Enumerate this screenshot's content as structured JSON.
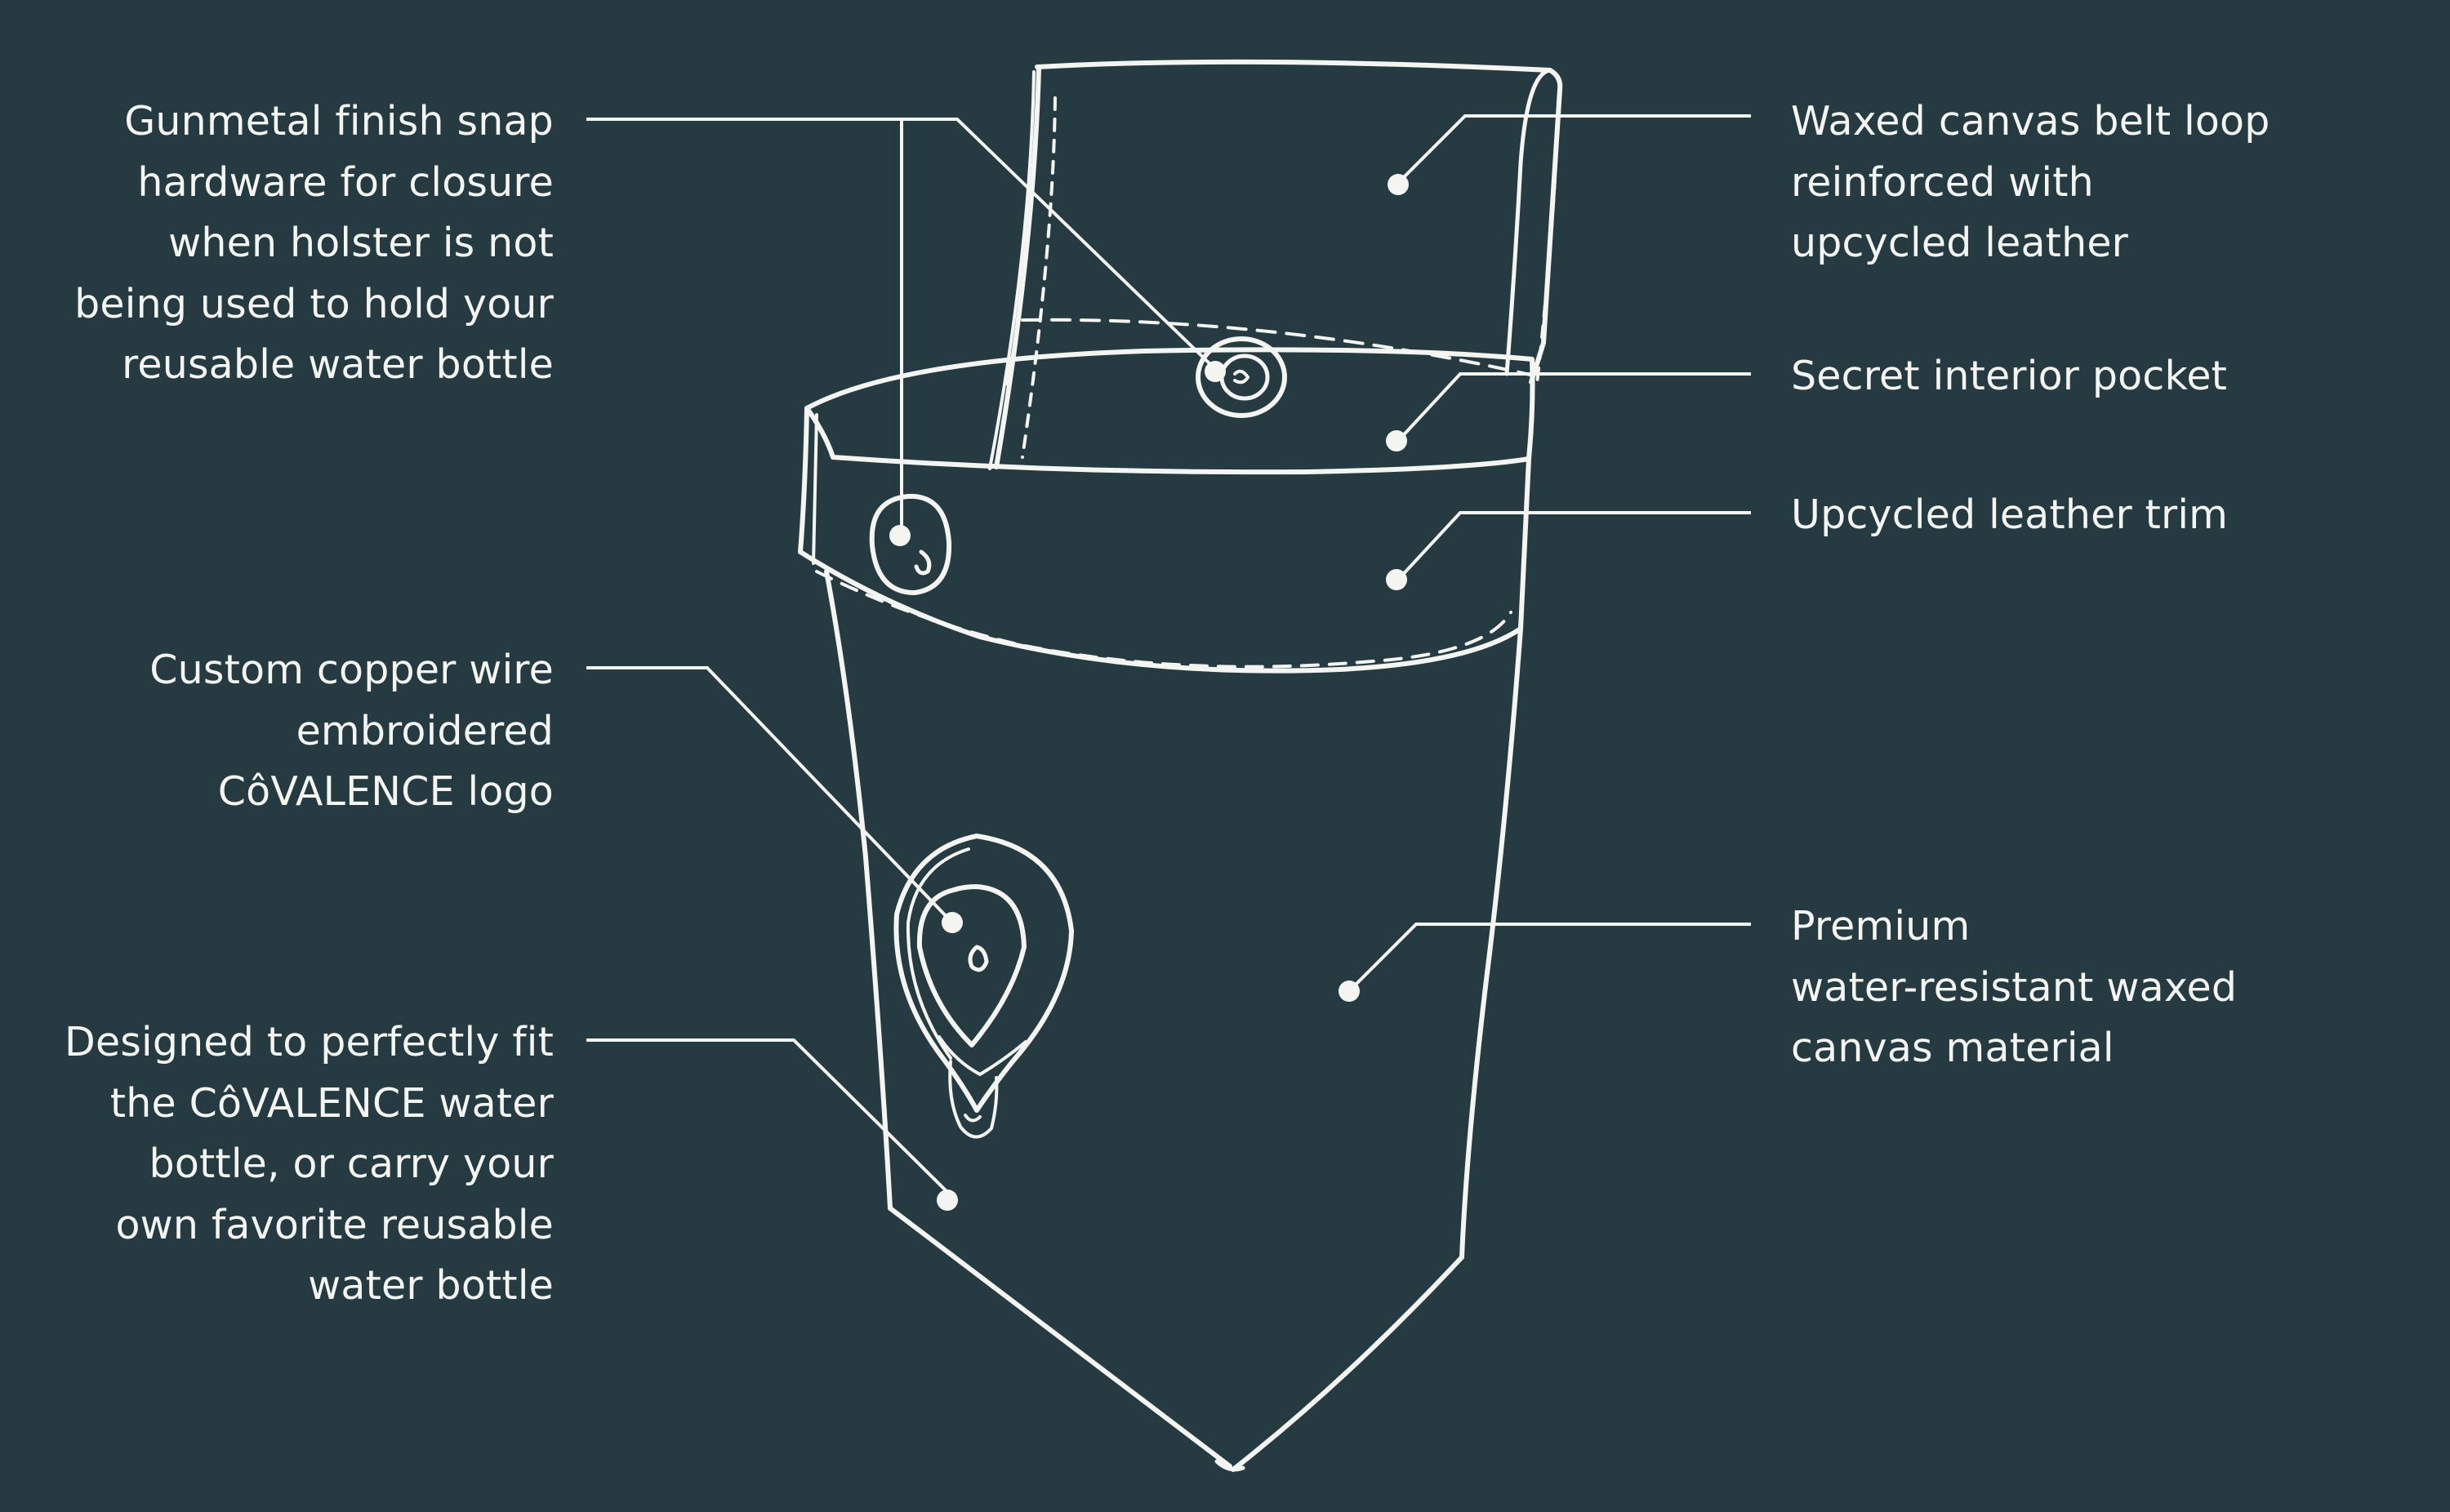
{
  "colors": {
    "background": "#253b41",
    "ink": "#f4f4f1"
  },
  "callouts": {
    "snap_hardware": {
      "lines": [
        "Gunmetal finish snap",
        "hardware for closure",
        "when holster is not",
        "being used to hold your",
        "reusable water bottle"
      ]
    },
    "copper_logo": {
      "lines": [
        "Custom copper wire",
        "embroidered",
        "CôVALENCE logo"
      ]
    },
    "fit": {
      "lines": [
        "Designed to perfectly fit",
        "the CôVALENCE water",
        "bottle, or carry your",
        "own favorite reusable",
        "water bottle"
      ]
    },
    "belt_loop": {
      "lines": [
        "Waxed canvas belt loop",
        "reinforced with",
        "upcycled leather"
      ]
    },
    "secret_pocket": {
      "lines": [
        "Secret interior pocket"
      ]
    },
    "leather_trim": {
      "lines": [
        "Upcycled leather trim"
      ]
    },
    "canvas_material": {
      "lines": [
        "Premium",
        "water-resistant waxed",
        "canvas material"
      ]
    }
  }
}
